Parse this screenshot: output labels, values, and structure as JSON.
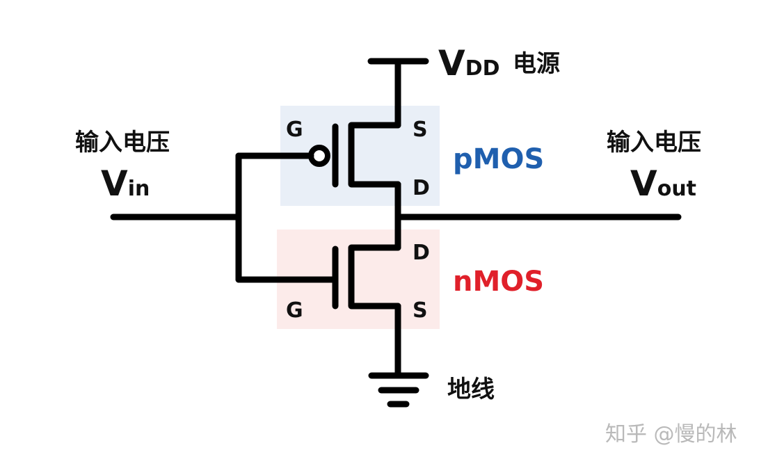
{
  "supply": {
    "symbol": "V",
    "subscript": "DD",
    "caption": "电源"
  },
  "ground": {
    "caption": "地线"
  },
  "input": {
    "caption": "输入电压",
    "symbol": "V",
    "subscript": "in"
  },
  "output": {
    "caption": "输入电压",
    "symbol": "V",
    "subscript": "out"
  },
  "pmos": {
    "name": "pMOS",
    "gate": "G",
    "source": "S",
    "drain": "D",
    "color": "#1f5fae",
    "box_color": "#e9eff7"
  },
  "nmos": {
    "name": "nMOS",
    "gate": "G",
    "source": "S",
    "drain": "D",
    "color": "#e0202a",
    "box_color": "#fcebea"
  },
  "watermark": "知乎 @慢的林"
}
